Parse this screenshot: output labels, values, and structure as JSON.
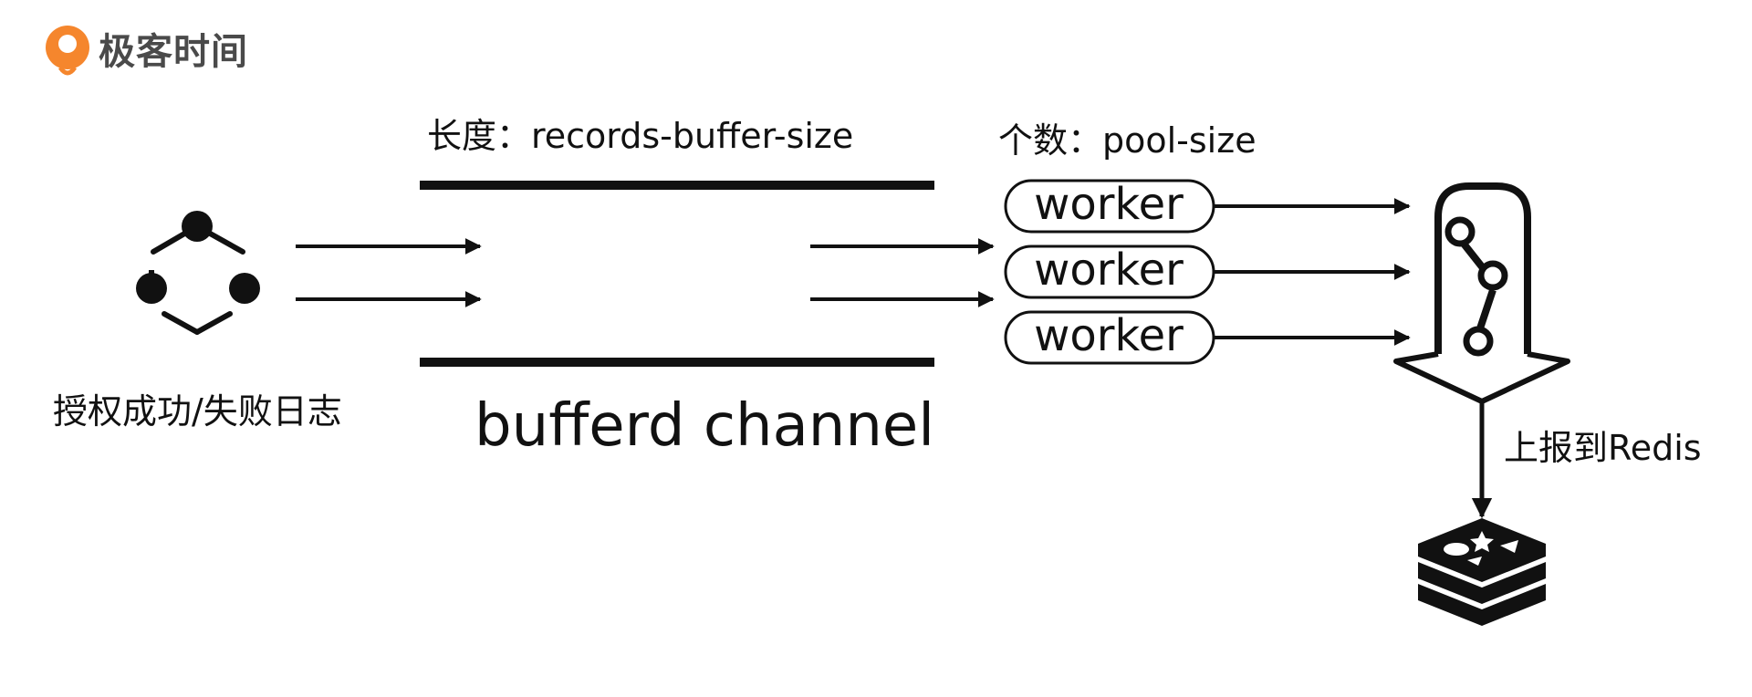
{
  "logo": {
    "text": "极客时间"
  },
  "labels": {
    "buffer_length": "长度：records-buffer-size",
    "pool_count": "个数：pool-size",
    "source": "授权成功/失败日志",
    "channel": "bufferd channel",
    "report": "上报到Redis"
  },
  "workers": [
    "worker",
    "worker",
    "worker"
  ],
  "colors": {
    "brand": "#f5862d",
    "ink": "#111111"
  }
}
